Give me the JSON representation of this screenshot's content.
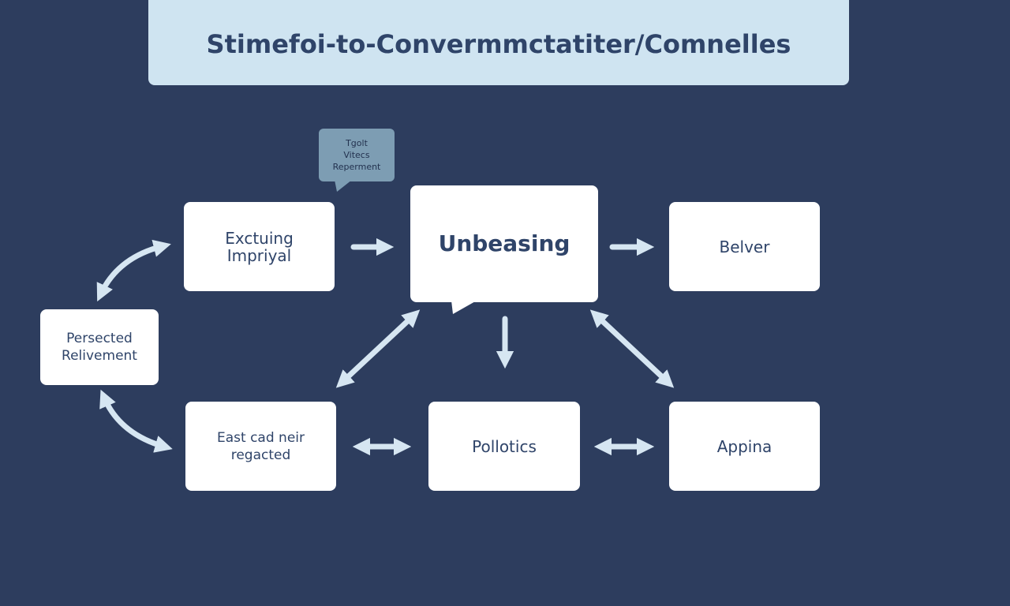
{
  "diagram": {
    "title": "Stimefoi-to-Convermmctatiter/Comnelles",
    "nodes": {
      "excluding": "Exctuing\nImpriyal",
      "unbeasing": "Unbeasing",
      "belver": "Belver",
      "perfected": "Persected\nRelivement",
      "east": "East cad neir\nregacted",
      "pollotics": "Pollotics",
      "appina": "Appina"
    },
    "callout": "Tgolt\nVitecs\nReperment"
  },
  "colors": {
    "background": "#2d3d5e",
    "banner": "#cfe4f1",
    "node": "#ffffff",
    "text": "#2f4469",
    "arrow": "#d6e6f2",
    "callout": "#7d9db3"
  }
}
